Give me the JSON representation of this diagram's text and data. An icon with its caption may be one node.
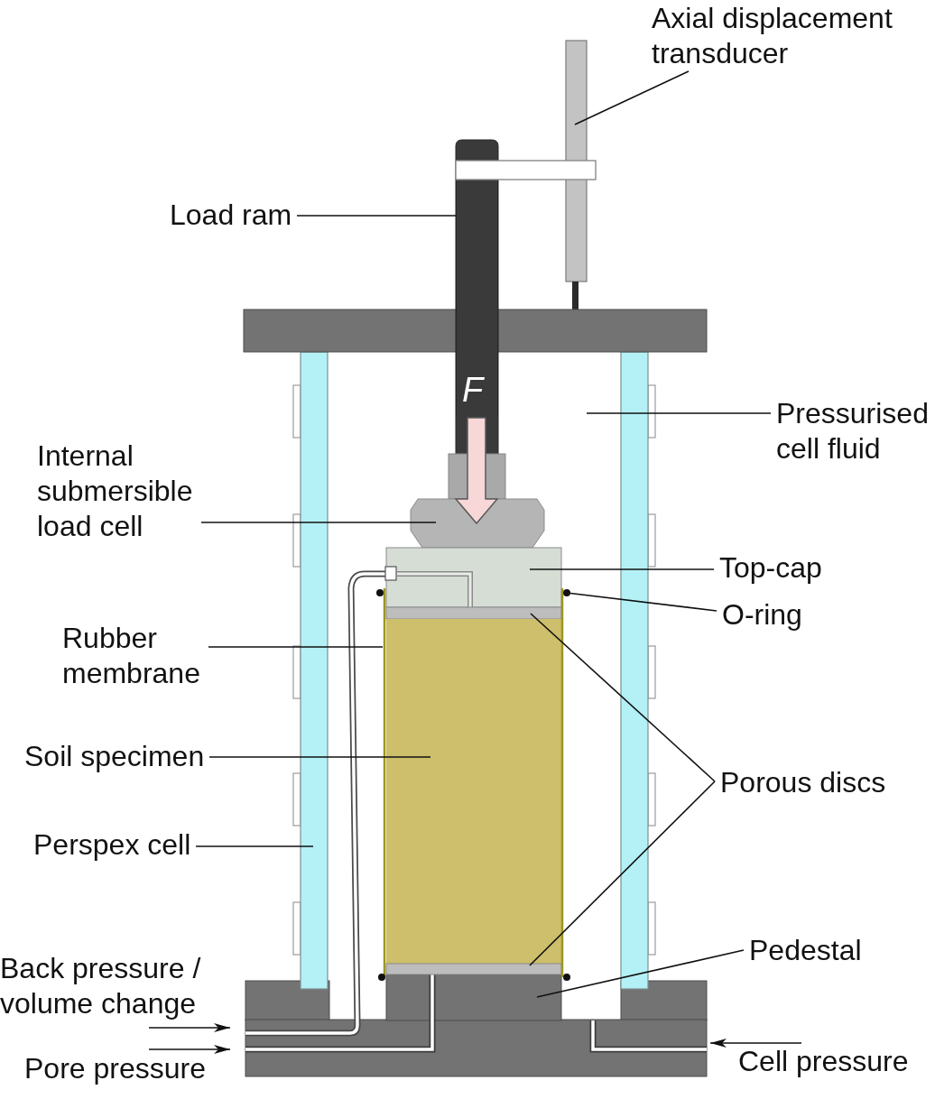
{
  "diagram": {
    "nodes": [
      {
        "text": [
          "Axial displacement transducer"
        ]
      },
      {
        "text": [
          "Load ram"
        ]
      },
      {
        "text": [
          "F"
        ]
      },
      {
        "text": [
          "Pressurised cell fluid"
        ]
      },
      {
        "text": [
          "Internal submersible load cell"
        ]
      },
      {
        "text": [
          "Top-cap"
        ]
      },
      {
        "text": [
          "O-ring"
        ]
      },
      {
        "text": [],
        "shape": "circle"
      },
      {
        "text": [
          "Rubber membrane"
        ]
      },
      {
        "text": [
          "Soil specimen"
        ]
      },
      {
        "text": [
          "Porous discs"
        ]
      },
      {
        "text": [
          "Perspex cell"
        ]
      },
      {
        "text": [
          "Back pressure / volume change"
        ]
      },
      {
        "text": [
          "Pedestal"
        ]
      },
      {
        "text": [
          "Pore pressure"
        ]
      },
      {
        "text": [
          "Cell pressure"
        ]
      }
    ],
    "edges": [
      {
        "from": 0,
        "to": null,
        "arrow": "none"
      },
      {
        "from": 1,
        "to": 2,
        "arrow": "none"
      },
      {
        "from": 3,
        "to": null,
        "arrow": "none"
      },
      {
        "from": 4,
        "to": null,
        "arrow": "none"
      },
      {
        "from": 5,
        "to": null,
        "arrow": "none"
      },
      {
        "from": 6,
        "to": 7,
        "arrow": "none"
      },
      {
        "from": 8,
        "to": null,
        "arrow": "none"
      },
      {
        "from": 9,
        "to": null,
        "arrow": "none"
      },
      {
        "from": 10,
        "to": null,
        "arrow": "none"
      },
      {
        "from": 10,
        "to": null,
        "arrow": "none"
      },
      {
        "from": 11,
        "to": null,
        "arrow": "none"
      },
      {
        "from": 12,
        "to": null,
        "arrow": "to"
      },
      {
        "from": 13,
        "to": null,
        "arrow": "none"
      },
      {
        "from": 14,
        "to": null,
        "arrow": "to"
      },
      {
        "from": 15,
        "to": null,
        "arrow": "to"
      }
    ]
  }
}
